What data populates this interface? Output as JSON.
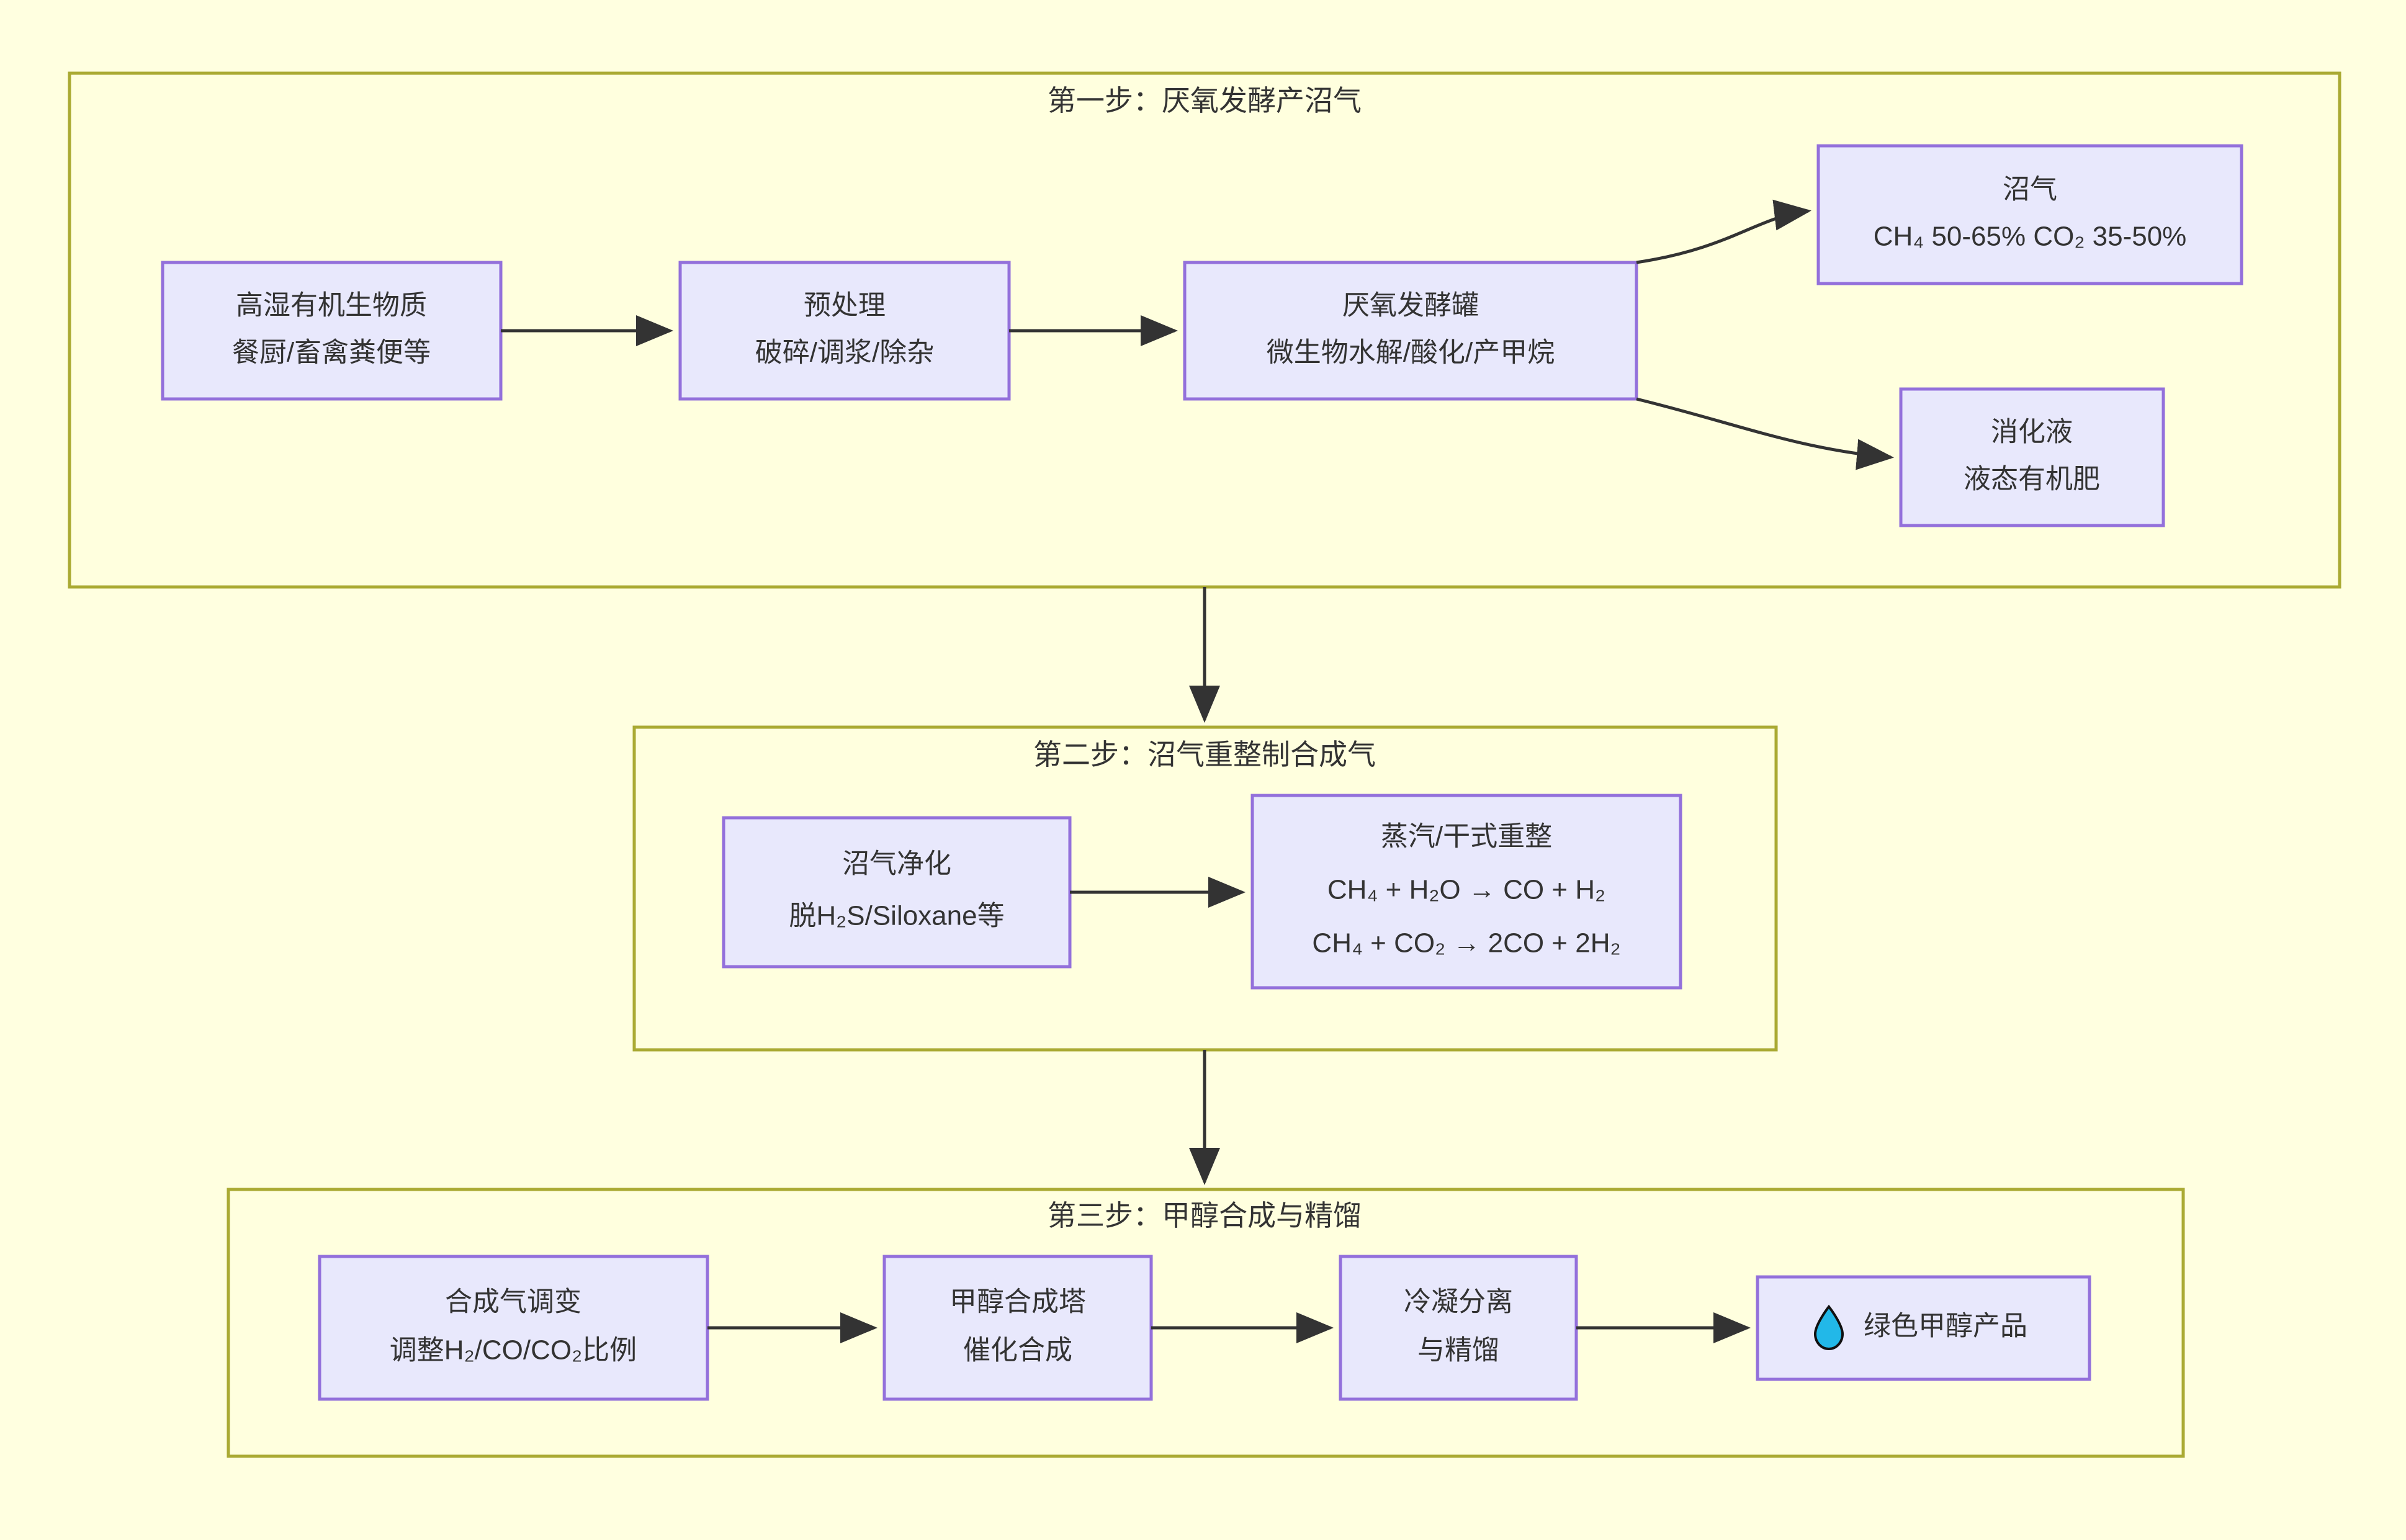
{
  "diagram": {
    "type": "flowchart",
    "direction": "top-to-bottom",
    "background_color": "#ffffe0",
    "cluster_fill": "#ffffde",
    "cluster_stroke": "#aaaa33",
    "node_fill": "#e8e8fc",
    "node_stroke": "#9370db",
    "edge_color": "#333333",
    "text_color": "#333333"
  },
  "clusters": [
    {
      "id": "step1",
      "title": "第一步：厌氧发酵产沼气"
    },
    {
      "id": "step2",
      "title": "第二步：沼气重整制合成气"
    },
    {
      "id": "step3",
      "title": "第三步：甲醇合成与精馏"
    }
  ],
  "nodes": {
    "feedstock": {
      "line1": "高湿有机生物质",
      "line2": "餐厨/畜禽粪便等"
    },
    "pretreatment": {
      "line1": "预处理",
      "line2": "破碎/调浆/除杂"
    },
    "digester": {
      "line1": "厌氧发酵罐",
      "line2": "微生物水解/酸化/产甲烷"
    },
    "biogas": {
      "line1": "沼气",
      "line2": "CH₄ 50-65% CO₂ 35-50%"
    },
    "digestate": {
      "line1": "消化液",
      "line2": "液态有机肥"
    },
    "purification": {
      "line1": "沼气净化",
      "line2": "脱H₂S/Siloxane等"
    },
    "reforming": {
      "line1": "蒸汽/干式重整",
      "line2": "CH₄ + H₂O → CO + H₂",
      "line3": "CH₄ + CO₂ → 2CO + 2H₂"
    },
    "shift": {
      "line1": "合成气调变",
      "line2": "调整H₂/CO/CO₂比例"
    },
    "synthesis": {
      "line1": "甲醇合成塔",
      "line2": "催化合成"
    },
    "separation": {
      "line1": "冷凝分离",
      "line2": "与精馏"
    },
    "product": {
      "icon": "droplet-icon",
      "label": "绿色甲醇产品"
    }
  }
}
